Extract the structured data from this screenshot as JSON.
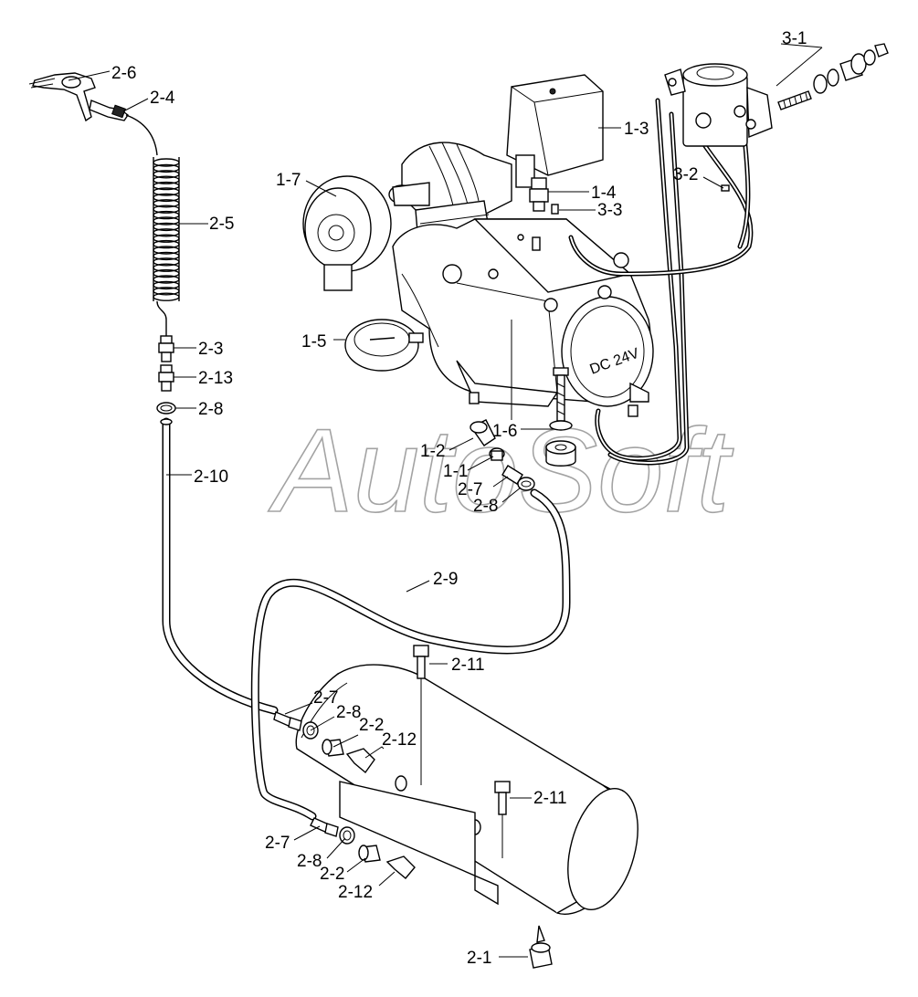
{
  "watermark": "AutoSoft",
  "nameplate": "DC 24V",
  "labels": {
    "p2_6": "2-6",
    "p2_4": "2-4",
    "p2_5": "2-5",
    "p2_3": "2-3",
    "p2_13": "2-13",
    "p2_8a": "2-8",
    "p2_10": "2-10",
    "p1_7": "1-7",
    "p1_3": "1-3",
    "p1_4": "1-4",
    "p3_3": "3-3",
    "p3_1": "3-1",
    "p3_2": "3-2",
    "p1_5": "1-5",
    "p1_2": "1-2",
    "p1_6": "1-6",
    "p1_1": "1-1",
    "p2_7a": "2-7",
    "p2_8b": "2-8",
    "p2_9": "2-9",
    "p2_11a": "2-11",
    "p2_7b": "2-7",
    "p2_8c": "2-8",
    "p2_2a": "2-2",
    "p2_12a": "2-12",
    "p2_11b": "2-11",
    "p2_7c": "2-7",
    "p2_8d": "2-8",
    "p2_2b": "2-2",
    "p2_12b": "2-12",
    "p2_1": "2-1"
  }
}
